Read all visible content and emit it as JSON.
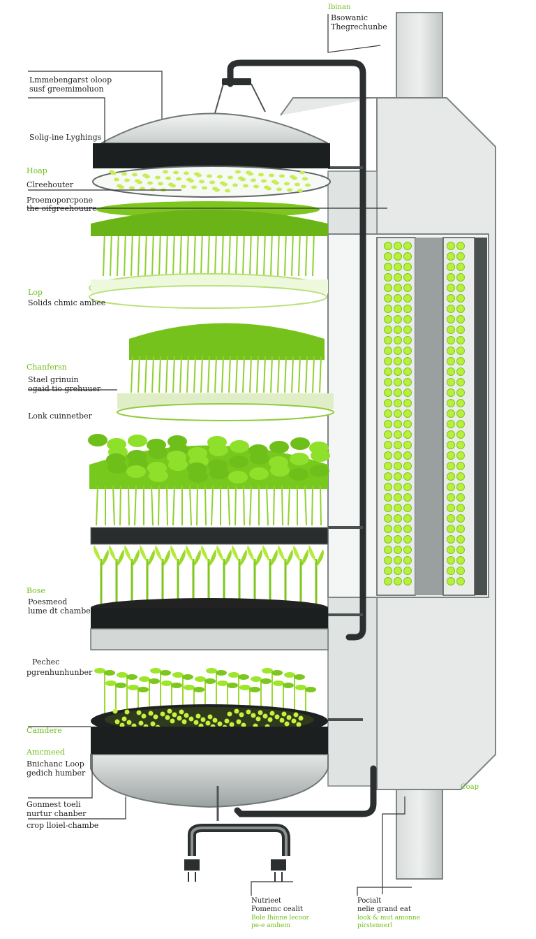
{
  "labels": {
    "top_right_1": "Ibinan",
    "top_right_2": "Bsowanic",
    "top_right_3": "Thegrechunbe",
    "left_1a": "Lmmebengarst oloop",
    "left_1b": "susf greemimoluon",
    "lighting": "Solig-ine Lyghings",
    "hoap": "Hoap",
    "greehouter": "Clreehouter",
    "proemoper_a": "Proemoporcpone",
    "proemoper_b": "the oifgreehouure",
    "lop": "Lop",
    "solids": "Solids chmic ambee",
    "chambere_g": "Chanfersn",
    "stael_a": "Stael grinuin",
    "stael_b": "ogaid tio grehuuer",
    "lonk": "Lonk cuinnetber",
    "bose": "Bose",
    "poesmeod_a": "Poesmeod",
    "poesmeod_b": "lume dt chambe",
    "pechec_a": "Pechec",
    "pechec_b": "pgrenhunhunber",
    "camdere": "Camdere",
    "amcmeed": "Amcmeed",
    "bnichanc_a": "Bnichanc Loop",
    "bnichanc_b": "gedich humber",
    "gonmest_a": "Gonmest toeli",
    "gonmest_b": "nurtur chanber",
    "crop": "crop lloiel-chambe",
    "coap": "Coap",
    "nutrient_a": "Nutrieet",
    "nutrient_b": "Pomemc cealit",
    "nutrient_c": "Bole lhinne lecoor",
    "nutrient_d": "pe-e amhem",
    "pocialt_a": "Pocialt",
    "pocialt_b": "nelie grand eat",
    "pocialt_c": "look & mut amonne",
    "pocialt_d": "pirstenoerl"
  },
  "colors": {
    "plant_green": "#7cc61e",
    "light_green": "#b8f03a",
    "dark_band": "#1c1f1f",
    "frame_gray": "#c4c9c8",
    "pipe_dark": "#2b2f30",
    "label_green": "#6fbf1a"
  }
}
